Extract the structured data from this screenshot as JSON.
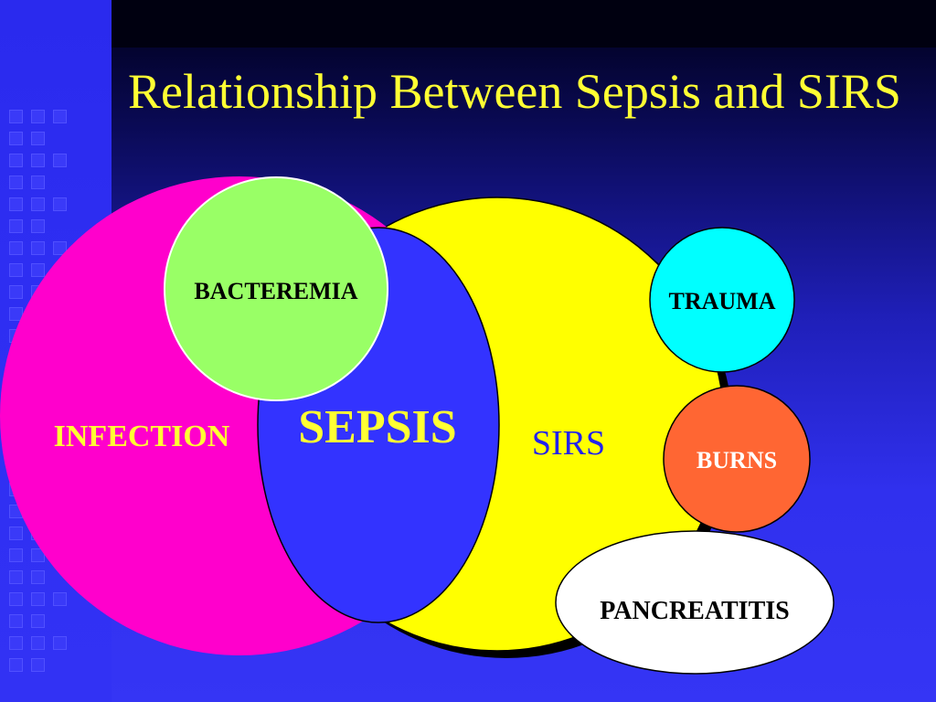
{
  "title": "Relationship Between Sepsis and SIRS",
  "labels": {
    "infection": "INFECTION",
    "sepsis": "SEPSIS",
    "sirs": "SIRS",
    "bacteremia": "BACTEREMIA",
    "trauma": "TRAUMA",
    "burns": "BURNS",
    "pancreatitis": "PANCREATITIS"
  },
  "colors": {
    "title": "#ffff33",
    "infection": "#ff00cc",
    "sirs": "#ffff00",
    "sepsis": "#3333ff",
    "bacteremia": "#99ff66",
    "trauma": "#00ffff",
    "burns": "#ff6633",
    "pancreatitis": "#ffffff"
  }
}
